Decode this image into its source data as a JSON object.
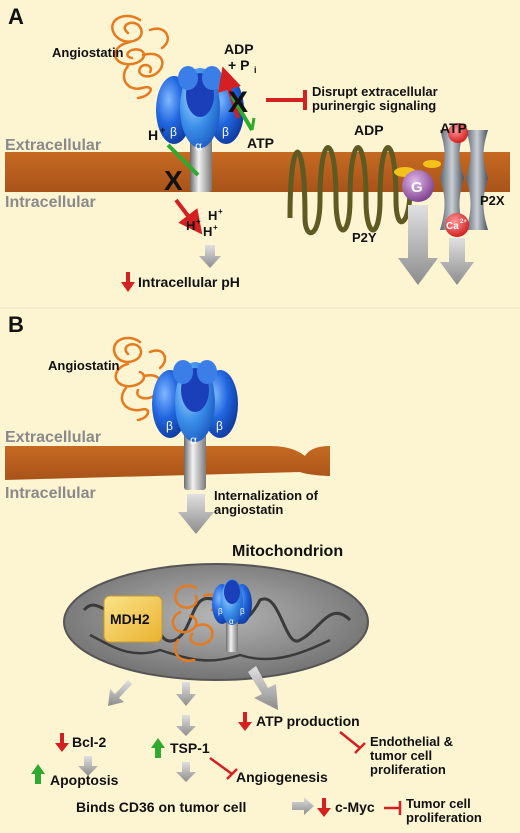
{
  "panelA": {
    "label": "A",
    "angiostatin": "Angiostatin",
    "extracellular": "Extracellular",
    "intracellular": "Intracellular",
    "adp_top": "ADP",
    "plus_pi": "+ P",
    "pi_sub": "i",
    "atp_left": "ATP",
    "disrupt_line1": "Disrupt extracellular",
    "disrupt_line2": "purinergic signaling",
    "h_plus_top": "H",
    "h_plus_bottom": "H",
    "h_plus_sup": "+",
    "adp_right": "ADP",
    "atp_right": "ATP",
    "p2y": "P2Y",
    "p2x": "P2X",
    "g_protein": "G",
    "ca": "Ca",
    "ca_sup": "2+",
    "intracellular_ph": "Intracellular pH",
    "beta": "β",
    "alpha": "α"
  },
  "panelB": {
    "label": "B",
    "angiostatin": "Angiostatin",
    "extracellular": "Extracellular",
    "intracellular": "Intracellular",
    "internalization_line1": "Internalization of",
    "internalization_line2": "angiostatin",
    "mitochondrion": "Mitochondrion",
    "mdh2": "MDH2",
    "bcl2": "Bcl-2",
    "tsp1": "TSP-1",
    "atp_production": "ATP production",
    "apoptosis": "Apoptosis",
    "angiogenesis": "Angiogenesis",
    "endo_line1": "Endothelial &",
    "endo_line2": "tumor cell",
    "endo_line3": "proliferation",
    "binds_cd36": "Binds CD36 on tumor cell",
    "cmyc": "c-Myc",
    "tumor_line1": "Tumor cell",
    "tumor_line2": "proliferation",
    "beta": "β",
    "alpha": "α"
  },
  "colors": {
    "background": "#FDF4D2",
    "membrane": "#B8601E",
    "angiostatin": "#E57A1E",
    "atp_synthase_blue": "#1E5FD6",
    "inhibit_red": "#D42020",
    "up_green": "#2EAA2E",
    "down_red": "#D42020",
    "p2y_olive": "#5E5A22",
    "mdh2_yellow": "#F3C844",
    "mito_gray": "#8A8A8A"
  }
}
